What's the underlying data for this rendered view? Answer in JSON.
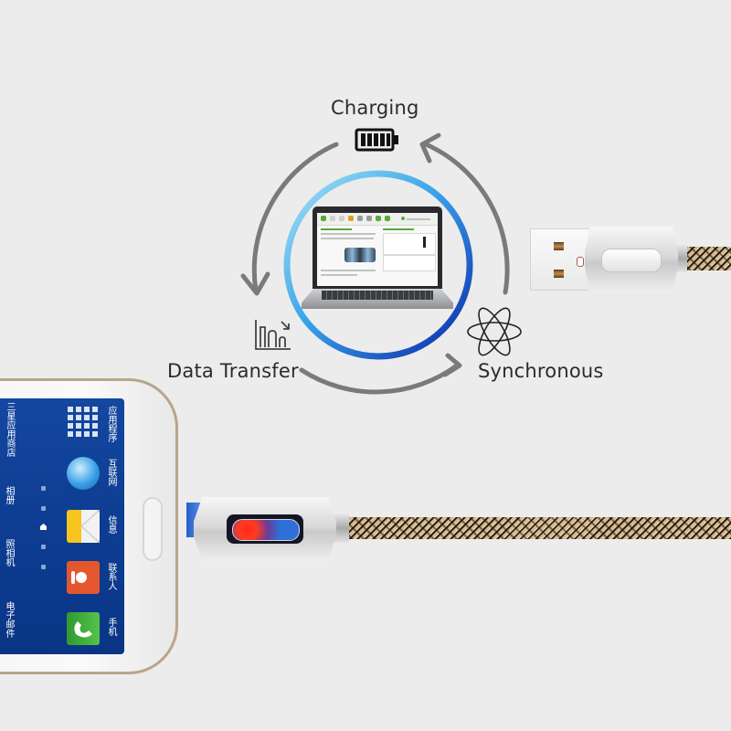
{
  "features": {
    "charging": {
      "label": "Charging",
      "icon": "battery-full-icon"
    },
    "data_transfer": {
      "label": "Data Transfer",
      "icon": "bar-chart-download-icon"
    },
    "synchronous": {
      "label": "Synchronous",
      "icon": "atom-icon"
    }
  },
  "cycle": {
    "ring_colors": {
      "start": "#7fd3ef",
      "end": "#0f2fb0"
    },
    "arrow_color": "#7a7a7a"
  },
  "phone": {
    "apps_column_left": [
      "电子邮件",
      "照相机",
      "相册",
      "三星应用商店"
    ],
    "apps_column_right": [
      {
        "label": "手机",
        "icon": "phone-app-icon",
        "color": "#3aa83a"
      },
      {
        "label": "联系人",
        "icon": "contacts-app-icon",
        "color": "#e4572e"
      },
      {
        "label": "信息",
        "icon": "messages-app-icon",
        "color": "#f5c21b"
      },
      {
        "label": "互联网",
        "icon": "internet-globe-icon",
        "color": "#2f8fd8"
      },
      {
        "label": "应用程序",
        "icon": "apps-grid-icon",
        "color": "#d9e3f2"
      }
    ]
  },
  "cable": {
    "braid_colors": [
      "#d7b98c",
      "#2c241c"
    ],
    "led_colors": [
      "#ff2a1a",
      "#2f6fd8"
    ]
  }
}
